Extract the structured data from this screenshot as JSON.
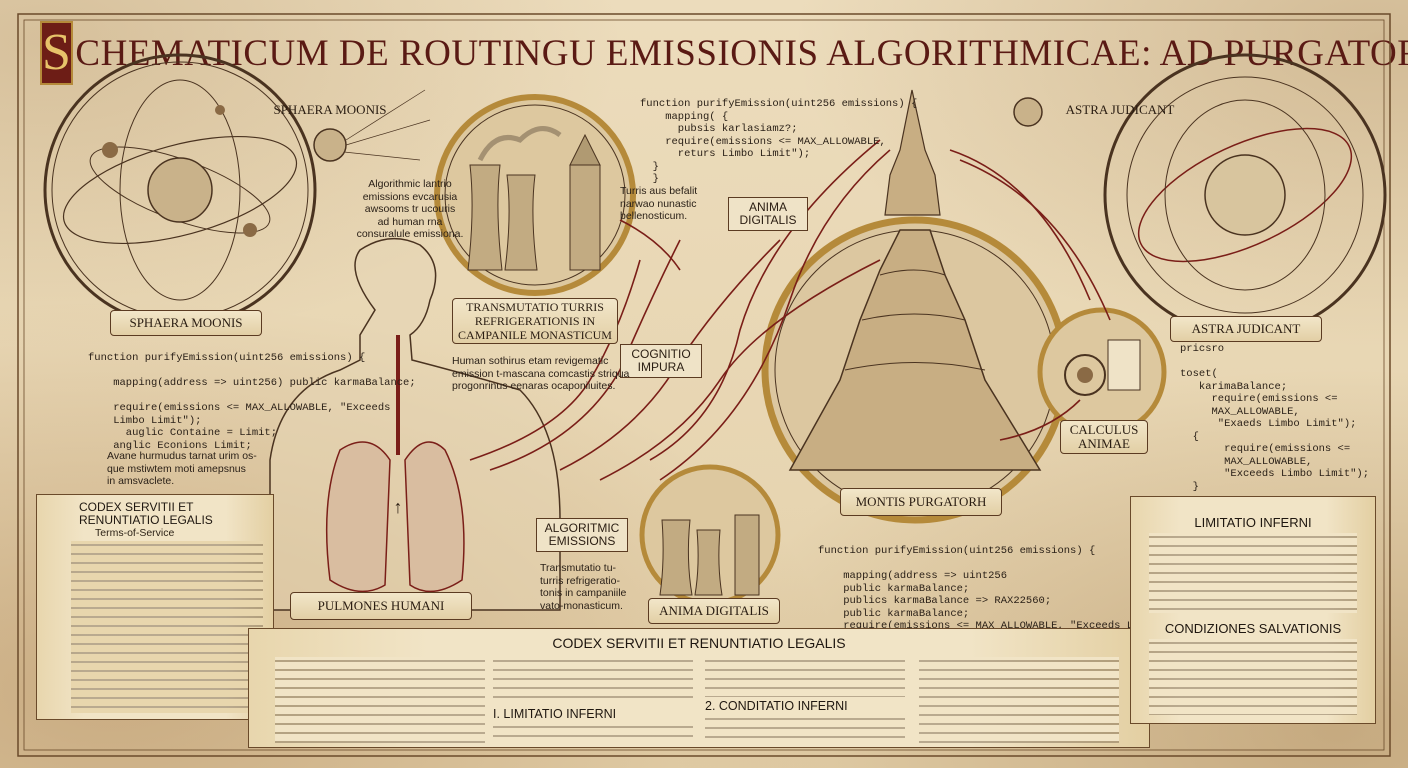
{
  "title_first": "S",
  "title_rest": "CHEMATICUM DE ROUTINGU EMISSIONIS ALGORITHMICAE: AD PURGATORIUM.",
  "labels": {
    "sphaera_top": "SPHAERA MOONIS",
    "sphaera_banner": "SPHAERA MOONIS",
    "astra_top": "ASTRA JUDICANT",
    "astra_banner": "ASTRA JUDICANT",
    "transmutatio_banner": "TRANSMUTATIO TURRIS REFRIGERATIONIS IN CAMPANILE MONASTICUM",
    "anima_digitalis_box": "ANIMA DIGITALIS",
    "cognitio_box": "COGNITIO IMPURA",
    "algoritmic_box": "ALGORITMIC EMISSIONS",
    "pulmones_banner": "PULMONES HUMANI",
    "anima_digitalis_banner": "ANIMA DIGITALIS",
    "montis_banner": "MONTIS PURGATORH",
    "calculus_banner": "CALCULUS ANIMAE"
  },
  "notes": {
    "algorithmic": "Algorithmic lantrio\nemissions evcarusia\nawsooms tr ucouris\nad human rna\nconsuralule emissiona.",
    "turris": "Turris aus befalit\nnarwao nunastic\nbellenosticum.",
    "human": "Human sothirus etam revigematic\nemission t-mascana comcastis striqua\nprogonrinus eenaras ocaponiiuites.",
    "avane": "Avane hurmudus tarnat urim os-\nque mstiwtem moti amepsnus\nin amsvaclete.",
    "transmutatio": "Transmutatio tu-\nturris refrigeratio-\ntonis in campaniile\nvato-monasticum."
  },
  "code": {
    "top_center": "function purifyEmission(uint256 emissions) {\n    mapping( {\n      pubsis karlasiamz?;\n    require(emissions <= MAX_ALLOWABLE,\n      returs Limbo Limit\");\n  }\n  }",
    "left_mid": "function purifyEmission(uint256 emissions) {\n\n    mapping(address => uint256) public karmaBalance;\n\n    require(emissions <= MAX_ALLOWABLE, \"Exceeds\n    Limbo Limit\");\n      auglic Containe = Limit;\n    anglic Econions Limit;",
    "right_mid": "pricsro\n\ntoset(\n   karimaBalance;\n     require(emissions <=\n     MAX_ALLOWABLE,\n      \"Exaeds Limbo Limit\");\n  {\n       require(emissions <=\n       MAX_ALLOWABLE,\n       \"Exceeds Limbo Limit\");\n  }",
    "bottom_center": "function purifyEmission(uint256 emissions) {\n\n    mapping(address => uint256\n    public karmaBalance;\n    publics karmaBalance => RAX22560;\n    public karmaBalance;\n    require(emissions <= MAX_ALLOWABLE, \"Exceeds Limbo Limit\");"
  },
  "left_scroll": {
    "heading": "CODEX SERVITII ET RENUNTIATIO LEGALIS",
    "subheading": "Terms-of-Service"
  },
  "bottom_scroll": {
    "heading": "CODEX SERVITII ET RENUNTIATIO LEGALIS",
    "section1": "I. LIMITATIO INFERNI",
    "section2": "2. CONDITATIO INFERNI"
  },
  "right_scroll": {
    "heading1": "LIMITATIO INFERNI",
    "heading2": "CONDIZIONES SALVATIONIS"
  },
  "glyphs": {
    "arrow_up": "↑"
  },
  "colors": {
    "ink": "#2e2418",
    "accent_red": "#7a1e18",
    "gold": "#b58a3a",
    "parchment": "#ecdcbc"
  }
}
